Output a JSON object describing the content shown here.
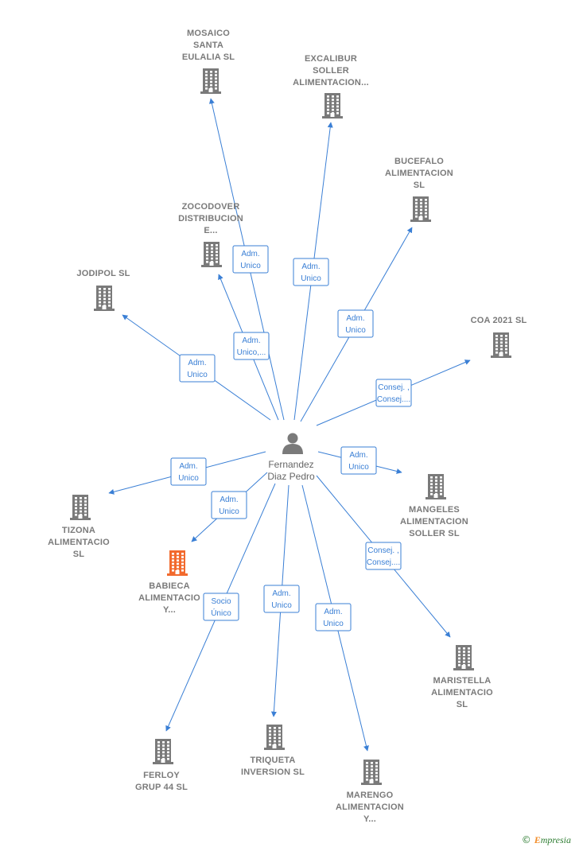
{
  "center": {
    "name_lines": [
      "Fernandez",
      "Diaz Pedro"
    ],
    "icon": "person-icon"
  },
  "colors": {
    "edge": "#3a7fd5",
    "building": "#7a7a7a",
    "highlight": "#f26a2e"
  },
  "companies": [
    {
      "id": "mosaico",
      "label_lines": [
        "MOSAICO",
        "SANTA",
        "EULALIA  SL"
      ],
      "icon": "building-icon",
      "highlight": false
    },
    {
      "id": "excalibur",
      "label_lines": [
        "EXCALIBUR",
        "SOLLER",
        "ALIMENTACION..."
      ],
      "icon": "building-icon",
      "highlight": false
    },
    {
      "id": "bucefalo",
      "label_lines": [
        "BUCEFALO",
        "ALIMENTACION",
        "SL"
      ],
      "icon": "building-icon",
      "highlight": false
    },
    {
      "id": "zocodover",
      "label_lines": [
        "ZOCODOVER",
        "DISTRIBUCION",
        "E..."
      ],
      "icon": "building-icon",
      "highlight": false
    },
    {
      "id": "jodipol",
      "label_lines": [
        "JODIPOL  SL"
      ],
      "icon": "building-icon",
      "highlight": false
    },
    {
      "id": "coa",
      "label_lines": [
        "COA 2021  SL"
      ],
      "icon": "building-icon",
      "highlight": false
    },
    {
      "id": "mangeles",
      "label_lines": [
        "MANGELES",
        "ALIMENTACION",
        "SOLLER  SL"
      ],
      "icon": "building-icon",
      "highlight": false
    },
    {
      "id": "tizona",
      "label_lines": [
        "TIZONA",
        "ALIMENTACIO",
        "SL"
      ],
      "icon": "building-icon",
      "highlight": false
    },
    {
      "id": "babieca",
      "label_lines": [
        "BABIECA",
        "ALIMENTACIO",
        "Y..."
      ],
      "icon": "building-icon",
      "highlight": true
    },
    {
      "id": "maristella",
      "label_lines": [
        "MARISTELLA",
        "ALIMENTACIO",
        "SL"
      ],
      "icon": "building-icon",
      "highlight": false
    },
    {
      "id": "ferloy",
      "label_lines": [
        "FERLOY",
        "GRUP 44  SL"
      ],
      "icon": "building-icon",
      "highlight": false
    },
    {
      "id": "triqueta",
      "label_lines": [
        "TRIQUETA",
        "INVERSION  SL"
      ],
      "icon": "building-icon",
      "highlight": false
    },
    {
      "id": "marengo",
      "label_lines": [
        "MARENGO",
        "ALIMENTACION",
        "Y..."
      ],
      "icon": "building-icon",
      "highlight": false
    }
  ],
  "edges": [
    {
      "to": "mosaico",
      "role_lines": [
        "Adm.",
        "Unico"
      ]
    },
    {
      "to": "excalibur",
      "role_lines": [
        "Adm.",
        "Unico"
      ]
    },
    {
      "to": "bucefalo",
      "role_lines": [
        "Adm.",
        "Unico"
      ]
    },
    {
      "to": "zocodover",
      "role_lines": [
        "Adm.",
        "Unico,..."
      ]
    },
    {
      "to": "jodipol",
      "role_lines": [
        "Adm.",
        "Unico"
      ]
    },
    {
      "to": "coa",
      "role_lines": [
        "Consej. ,",
        "Consej...."
      ]
    },
    {
      "to": "mangeles",
      "role_lines": [
        "Adm.",
        "Unico"
      ]
    },
    {
      "to": "tizona",
      "role_lines": [
        "Adm.",
        "Unico"
      ]
    },
    {
      "to": "babieca",
      "role_lines": [
        "Adm.",
        "Unico"
      ]
    },
    {
      "to": "maristella",
      "role_lines": [
        "Consej. ,",
        "Consej...."
      ]
    },
    {
      "to": "ferloy",
      "role_lines": [
        "Socio",
        "Único"
      ]
    },
    {
      "to": "triqueta",
      "role_lines": [
        "Adm.",
        "Unico"
      ]
    },
    {
      "to": "marengo",
      "role_lines": [
        "Adm.",
        "Unico"
      ]
    }
  ],
  "footer": {
    "copyright": "©",
    "brand_initial": "E",
    "brand_rest": "mpresia"
  }
}
